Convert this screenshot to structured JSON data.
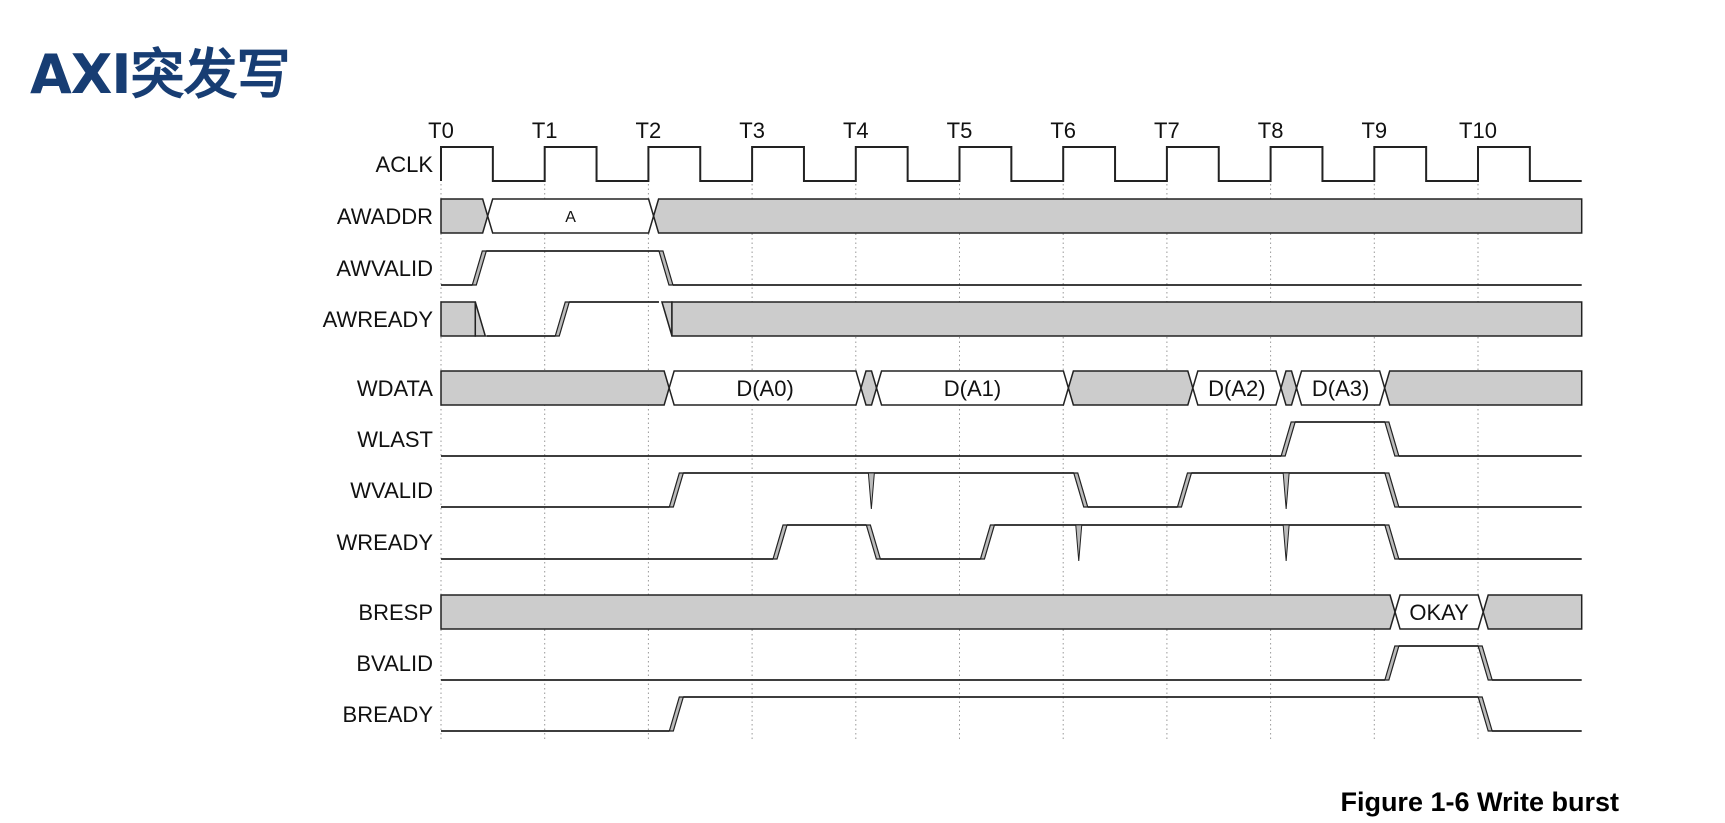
{
  "title": "AXI突发写",
  "caption": "Figure 1-6 Write burst",
  "colors": {
    "title": "#173d73",
    "invalid_fill": "#cccccc",
    "line": "#222222",
    "grid": "#999999"
  },
  "clock_ticks": [
    "T0",
    "T1",
    "T2",
    "T3",
    "T4",
    "T5",
    "T6",
    "T7",
    "T8",
    "T9",
    "T10"
  ],
  "signals": [
    {
      "name": "ACLK",
      "type": "clock"
    },
    {
      "name": "AWADDR",
      "type": "bus",
      "segments": [
        {
          "from": 0,
          "to": 0.45,
          "value": null
        },
        {
          "from": 0.45,
          "to": 2.05,
          "value": "A",
          "small": true
        },
        {
          "from": 2.05,
          "to": 11,
          "value": null
        }
      ]
    },
    {
      "name": "AWVALID",
      "type": "line",
      "start": 0,
      "transitions": [
        {
          "at": 0.35,
          "to": 1
        },
        {
          "at": 2.15,
          "to": 0
        }
      ]
    },
    {
      "name": "AWREADY",
      "type": "line",
      "start": "x",
      "transitions": [
        {
          "at": 0.35,
          "to": 0
        },
        {
          "at": 1.15,
          "to": 1
        },
        {
          "at": 2.15,
          "to": "x"
        }
      ]
    },
    {
      "name": "WDATA",
      "type": "bus",
      "segments": [
        {
          "from": 0,
          "to": 2.2,
          "value": null
        },
        {
          "from": 2.2,
          "to": 4.05,
          "value": "D(A0)"
        },
        {
          "from": 4.05,
          "to": 4.2,
          "value": null
        },
        {
          "from": 4.2,
          "to": 6.05,
          "value": "D(A1)"
        },
        {
          "from": 6.05,
          "to": 7.25,
          "value": null
        },
        {
          "from": 7.25,
          "to": 8.1,
          "value": "D(A2)"
        },
        {
          "from": 8.1,
          "to": 8.25,
          "value": null
        },
        {
          "from": 8.25,
          "to": 9.1,
          "value": "D(A3)"
        },
        {
          "from": 9.1,
          "to": 11,
          "value": null
        }
      ]
    },
    {
      "name": "WLAST",
      "type": "line",
      "start": 0,
      "transitions": [
        {
          "at": 8.15,
          "to": 1
        },
        {
          "at": 9.15,
          "to": 0
        }
      ]
    },
    {
      "name": "WVALID",
      "type": "line",
      "start": 0,
      "transitions": [
        {
          "at": 2.25,
          "to": 1
        },
        {
          "at": 6.15,
          "to": 0
        },
        {
          "at": 7.15,
          "to": 1
        },
        {
          "at": 9.15,
          "to": 0
        }
      ],
      "spikes": [
        4.15,
        8.15
      ]
    },
    {
      "name": "WREADY",
      "type": "line",
      "start": 0,
      "transitions": [
        {
          "at": 3.25,
          "to": 1
        },
        {
          "at": 4.15,
          "to": 0
        },
        {
          "at": 5.25,
          "to": 1
        },
        {
          "at": 9.15,
          "to": 0
        }
      ],
      "spikes": [
        6.15,
        8.15
      ]
    },
    {
      "name": "BRESP",
      "type": "bus",
      "segments": [
        {
          "from": 0,
          "to": 9.2,
          "value": null
        },
        {
          "from": 9.2,
          "to": 10.05,
          "value": "OKAY"
        },
        {
          "from": 10.05,
          "to": 11,
          "value": null
        }
      ]
    },
    {
      "name": "BVALID",
      "type": "line",
      "start": 0,
      "transitions": [
        {
          "at": 9.15,
          "to": 1
        },
        {
          "at": 10.05,
          "to": 0
        }
      ]
    },
    {
      "name": "BREADY",
      "type": "line",
      "start": 0,
      "transitions": [
        {
          "at": 2.25,
          "to": 1
        },
        {
          "at": 10.05,
          "to": 0
        }
      ]
    }
  ]
}
